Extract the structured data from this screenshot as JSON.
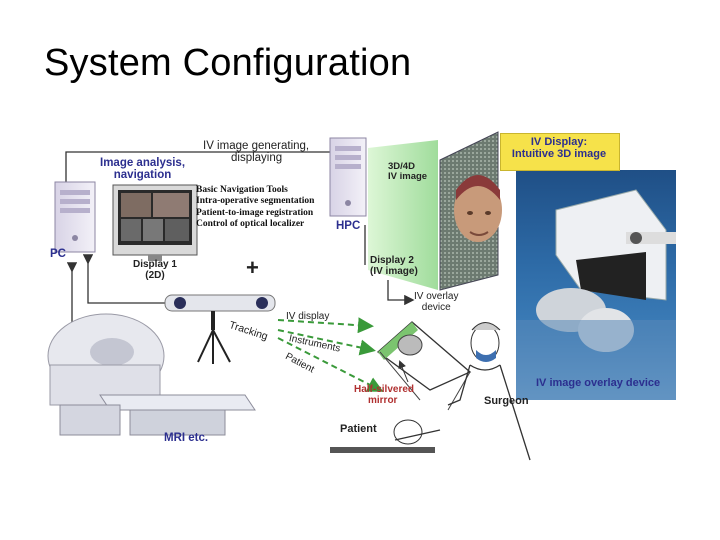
{
  "slide": {
    "title": "System Configuration"
  },
  "labels": {
    "iv_image_generating": "IV image generating,",
    "displaying": "displaying",
    "image_analysis": "Image analysis,",
    "navigation": "navigation",
    "pc": "PC",
    "hpc": "HPC",
    "display1_a": "Display 1",
    "display1_b": "(2D)",
    "plus": "+",
    "iv_3d4d_a": "3D/4D",
    "iv_3d4d_b": "IV image",
    "display2_a": "Display 2",
    "display2_b": "(IV image)",
    "iv_overlay_device_a": "IV overlay",
    "iv_overlay_device_b": "device",
    "iv_display_a": "IV Display:",
    "iv_display_b": "Intuitive 3D image",
    "iv_image_overlay_device": "IV image overlay device",
    "tracking": "Tracking",
    "iv_display_arrow": "IV display",
    "instruments": "Instruments",
    "patient_arrow": "Patient",
    "half_silvered_a": "Half-silvered",
    "half_silvered_b": "mirror",
    "surgeon": "Surgeon",
    "patient": "Patient",
    "mri": "MRI etc."
  },
  "tools": [
    "Basic Navigation Tools",
    "Intra-operative segmentation",
    "Patient-to-image registration",
    "Control of optical localizer"
  ],
  "colors": {
    "label_blue": "#2c2f8f",
    "label_yellow_box": "#f6e24a",
    "arrow_green": "#3a9a3a",
    "pc_case": "#e8e4f0",
    "screen_green": "#bfeec0"
  }
}
